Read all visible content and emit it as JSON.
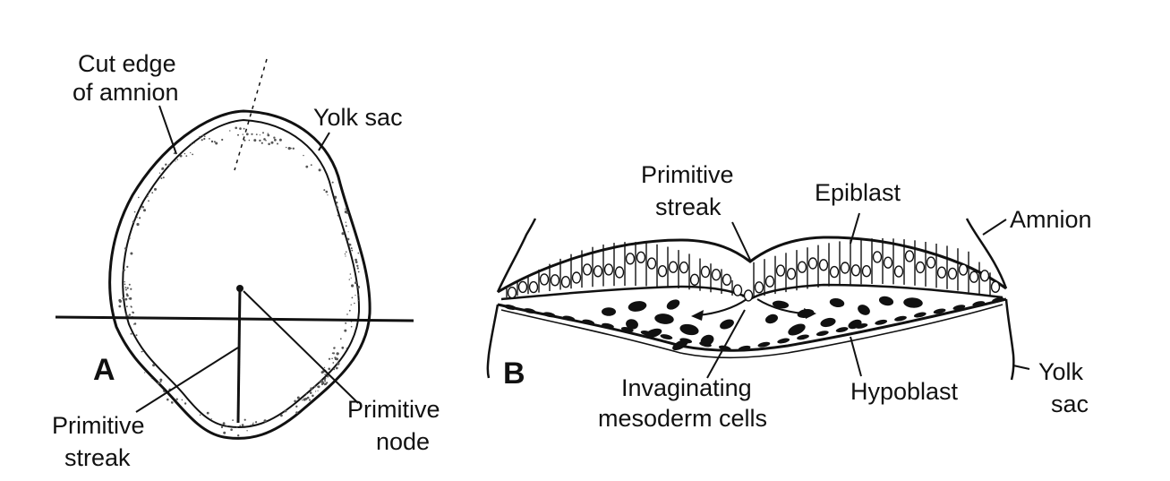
{
  "panel_a": {
    "letter": "A",
    "labels": {
      "cut_edge_line1": "Cut edge",
      "cut_edge_line2": "of amnion",
      "yolk_sac": "Yolk sac",
      "primitive_streak_line1": "Primitive",
      "primitive_streak_line2": "streak",
      "primitive_node_line1": "Primitive",
      "primitive_node_line2": "node"
    }
  },
  "panel_b": {
    "letter": "B",
    "labels": {
      "primitive_streak_line1": "Primitive",
      "primitive_streak_line2": "streak",
      "epiblast": "Epiblast",
      "amnion": "Amnion",
      "invaginating_line1": "Invaginating",
      "invaginating_line2": "mesoderm cells",
      "hypoblast": "Hypoblast",
      "yolk_sac_line1": "Yolk",
      "yolk_sac_line2": "sac"
    }
  }
}
